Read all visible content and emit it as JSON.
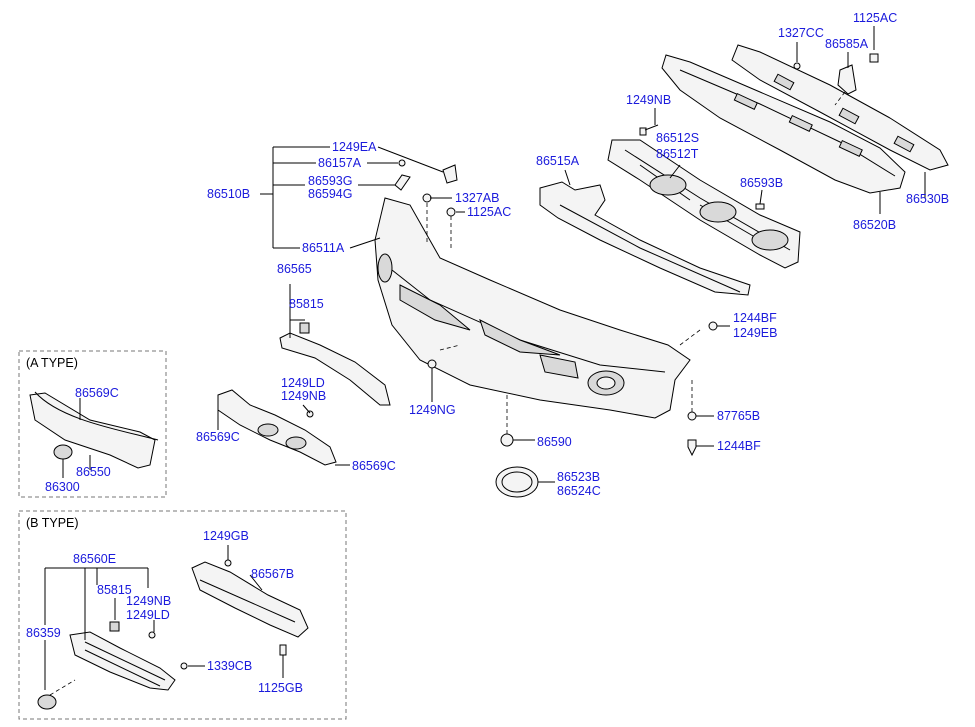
{
  "sections": {
    "a_type": "(A TYPE)",
    "b_type": "(B TYPE)"
  },
  "parts": {
    "p1327CC": "1327CC",
    "p1125AC_top": "1125AC",
    "p86585A": "86585A",
    "p1249NB_top": "1249NB",
    "p86512S": "86512S",
    "p86512T": "86512T",
    "p86515A": "86515A",
    "p86593B": "86593B",
    "p86530B": "86530B",
    "p86520B": "86520B",
    "p1249EA": "1249EA",
    "p86157A": "86157A",
    "p86593G": "86593G",
    "p86594G": "86594G",
    "p86510B": "86510B",
    "p1327AB": "1327AB",
    "p1125AC_mid": "1125AC",
    "p86511A": "86511A",
    "p86565": "86565",
    "p85815_top": "85815",
    "p1244BF_a": "1244BF",
    "p1249EB": "1249EB",
    "p1249LD_a": "1249LD",
    "p1249NB_a": "1249NB",
    "p1249NG": "1249NG",
    "p86569C_a": "86569C",
    "p86569C_b": "86569C",
    "p87765B": "87765B",
    "p86590": "86590",
    "p1244BF_b": "1244BF",
    "p86523B": "86523B",
    "p86524C": "86524C",
    "p86569C_at": "86569C",
    "p86550": "86550",
    "p86300": "86300",
    "p1249GB": "1249GB",
    "p86567B": "86567B",
    "p86560E": "86560E",
    "p85815_b": "85815",
    "p1249NB_b": "1249NB",
    "p1249LD_b": "1249LD",
    "p86359": "86359",
    "p1339CB": "1339CB",
    "p1125GB": "1125GB"
  }
}
